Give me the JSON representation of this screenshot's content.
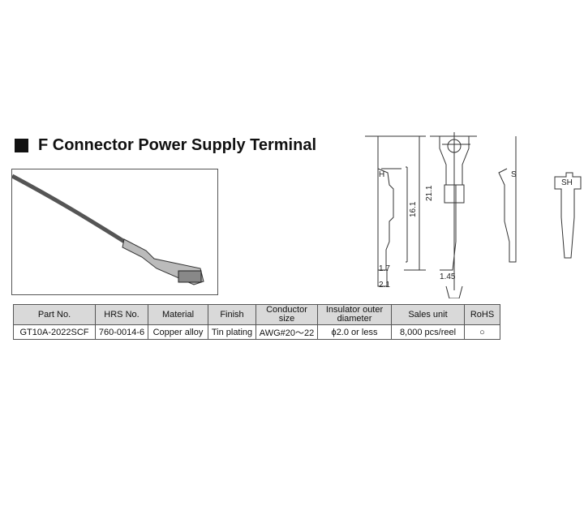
{
  "title": "F Connector Power Supply Terminal",
  "drawing": {
    "dims": [
      "21.1",
      "16.1",
      "1.7",
      "2.1",
      "1.45"
    ],
    "marks": [
      "H",
      "S",
      "SH"
    ]
  },
  "table": {
    "headers": [
      "Part No.",
      "HRS No.",
      "Material",
      "Finish",
      "Conductor size",
      "Insulator outer diameter",
      "Sales unit",
      "RoHS"
    ],
    "row": [
      "GT10A-2022SCF",
      "760-0014-6",
      "Copper alloy",
      "Tin plating",
      "AWG#20～22",
      "ϕ2.0 or less",
      "8,000 pcs/reel",
      "○"
    ]
  }
}
